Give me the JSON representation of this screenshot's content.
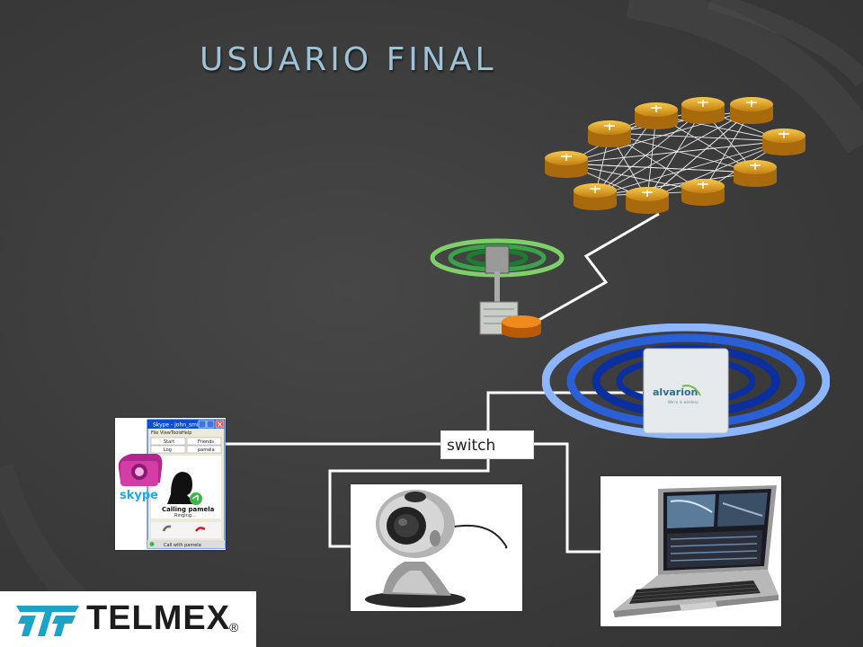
{
  "slide": {
    "title": "USUARIO FINAL",
    "switch_label": "switch"
  },
  "skype_window": {
    "title": "Skype - john_smith",
    "menu": [
      "File",
      "View",
      "Tools",
      "Help"
    ],
    "tabs": [
      "Start",
      "Friends",
      "Log",
      "pamela"
    ],
    "calling_text": "Calling pamela",
    "status_text": "Ringing...",
    "footer_text": "Call with pamela",
    "logo_text": "skype"
  },
  "devices": {
    "alvarion_brand": "alvarion",
    "alvarion_tagline": "We're in wireless"
  },
  "logo": {
    "text": "TELMEX",
    "registered": "®"
  },
  "colors": {
    "background": "#3b3b3b",
    "title": "#9fc3d6",
    "router": "#e0a020",
    "lines": "#ffffff",
    "radio_waves": "#2a5fd8"
  },
  "icons": [
    "router-icon",
    "wireless-tower-icon",
    "alvarion-access-point-icon",
    "webcam-icon",
    "laptop-icon",
    "skype-phone-icon",
    "telmex-logo-icon"
  ]
}
